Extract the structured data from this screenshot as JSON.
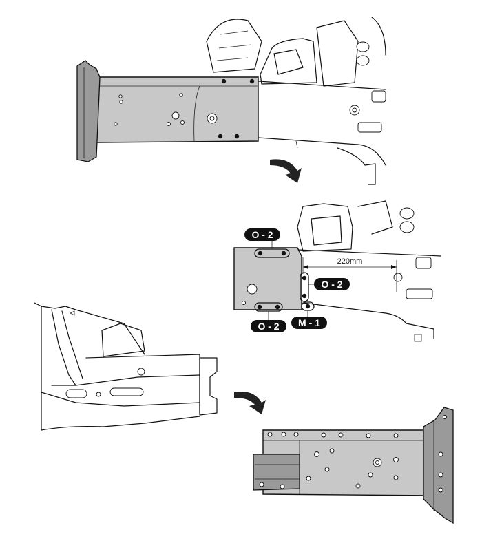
{
  "labels": {
    "weld_top": "O - 2",
    "weld_right": "O - 2",
    "weld_bottom": "O - 2",
    "weld_mig": "M - 1"
  },
  "dimension": {
    "value": "220mm"
  },
  "colors": {
    "panel": "#c8c8c8",
    "badge": "#111111",
    "line": "#111111"
  },
  "icons": {
    "flip_arrow_1": "curved-arrow-icon",
    "flip_arrow_2": "curved-arrow-icon"
  }
}
